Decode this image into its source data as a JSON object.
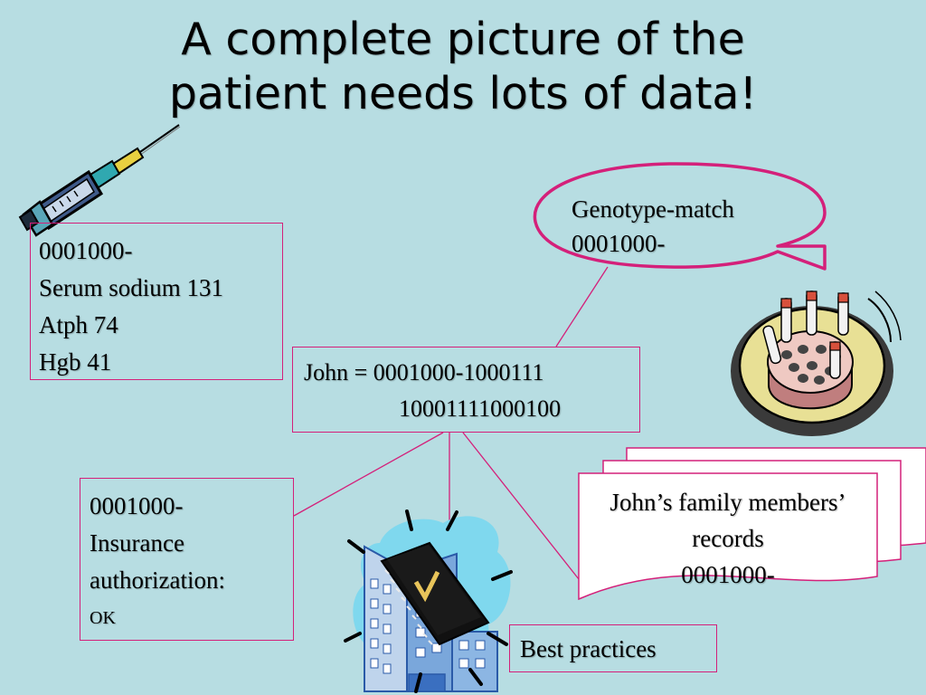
{
  "slide": {
    "title_lines": [
      "A complete picture of the",
      "patient needs lots of data!"
    ]
  },
  "lab_box": {
    "lines": [
      "0001000-",
      "Serum sodium 131",
      "Atph 74",
      "Hgb 41"
    ]
  },
  "john_box": {
    "line1": "John  = 0001000-1000111",
    "line2": "10001111000100"
  },
  "genotype_bubble": {
    "lines": [
      "Genotype-match",
      "0001000-"
    ]
  },
  "insurance_box": {
    "lines": [
      "0001000-",
      "Insurance",
      "authorization:"
    ],
    "status": "OK"
  },
  "family_records": {
    "lines": [
      "John’s family members’",
      "records",
      "0001000-"
    ]
  },
  "best_practices_box": {
    "label": "Best practices"
  },
  "icons": [
    "syringe-icon",
    "test-tube-tray-icon",
    "hospital-building-icon",
    "checklist-book-icon"
  ],
  "colors": {
    "background": "#b7dde2",
    "accent": "#d4207a"
  }
}
